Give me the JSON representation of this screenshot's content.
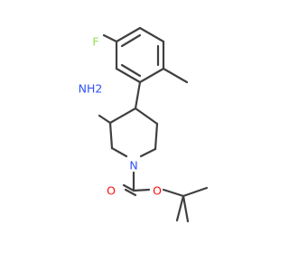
{
  "molecule": {
    "atoms": {
      "fluorine": "F",
      "amino": "NH2",
      "ring_nitrogen": "N",
      "carbonyl_oxygen": "O",
      "ester_oxygen": "O"
    },
    "colors": {
      "bond": "#404040",
      "carbon_text": "#404040",
      "nitrogen": "#3050F8",
      "oxygen": "#FF0D0D",
      "fluorine": "#90E050",
      "background": "#ffffff"
    }
  }
}
